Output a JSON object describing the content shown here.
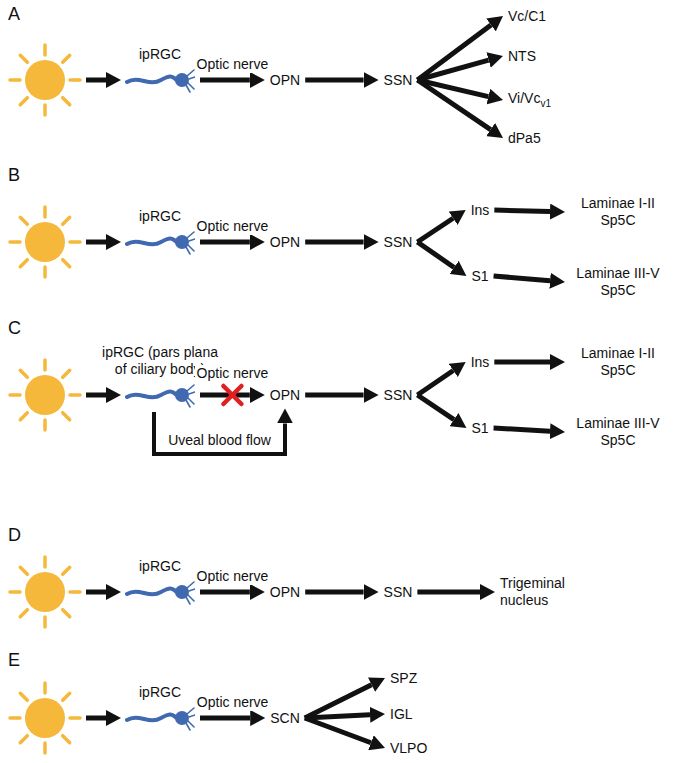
{
  "diagram": {
    "nodes": [
      {
        "text": [
          "ipRGC"
        ]
      },
      {
        "text": [
          "OPN"
        ]
      },
      {
        "text": [
          "SSN"
        ]
      },
      {
        "text": [
          "Vc/C1"
        ]
      },
      {
        "text": [
          "NTS"
        ]
      },
      {
        "text": [
          "Vi/Vc",
          "v1"
        ]
      },
      {
        "text": [
          "dPa5"
        ]
      },
      {
        "text": [
          "ipRGC"
        ]
      },
      {
        "text": [
          "OPN"
        ]
      },
      {
        "text": [
          "SSN"
        ]
      },
      {
        "text": [
          "Ins"
        ]
      },
      {
        "text": [
          "S1"
        ]
      },
      {
        "text": [
          "Laminae I-II Sp5C"
        ]
      },
      {
        "text": [
          "Laminae III-V Sp5C"
        ]
      },
      {
        "text": [
          "ipRGC (pars plana of ciliary body)"
        ]
      },
      {
        "text": [
          "OPN"
        ]
      },
      {
        "text": [
          "SSN"
        ]
      },
      {
        "text": [
          "Ins"
        ]
      },
      {
        "text": [
          "S1"
        ]
      },
      {
        "text": [
          "Laminae I-II Sp5C"
        ]
      },
      {
        "text": [
          "Laminae III-V Sp5C"
        ]
      },
      {
        "text": [
          "ipRGC"
        ]
      },
      {
        "text": [
          "OPN"
        ]
      },
      {
        "text": [
          "SSN"
        ]
      },
      {
        "text": [
          "Trigeminal nucleus"
        ]
      },
      {
        "text": [
          "ipRGC"
        ]
      },
      {
        "text": [
          "SCN"
        ]
      },
      {
        "text": [
          "SPZ"
        ]
      },
      {
        "text": [
          "IGL"
        ]
      },
      {
        "text": [
          "VLPO"
        ]
      }
    ],
    "edges": [
      {
        "from": 0,
        "to": 1,
        "arrow": "to",
        "label": "Optic nerve"
      },
      {
        "from": 1,
        "to": 2,
        "arrow": "to"
      },
      {
        "from": 2,
        "to": 3,
        "arrow": "to"
      },
      {
        "from": 2,
        "to": 4,
        "arrow": "to"
      },
      {
        "from": 2,
        "to": 5,
        "arrow": "to"
      },
      {
        "from": 2,
        "to": 6,
        "arrow": "to"
      },
      {
        "from": 7,
        "to": 8,
        "arrow": "to",
        "label": "Optic nerve"
      },
      {
        "from": 8,
        "to": 9,
        "arrow": "to"
      },
      {
        "from": 9,
        "to": 10,
        "arrow": "to"
      },
      {
        "from": 9,
        "to": 11,
        "arrow": "to"
      },
      {
        "from": 10,
        "to": 12,
        "arrow": "to"
      },
      {
        "from": 11,
        "to": 13,
        "arrow": "to"
      },
      {
        "from": 14,
        "to": 15,
        "arrow": "to",
        "label": "Optic nerve"
      },
      {
        "from": 14,
        "to": 15,
        "arrow": "to",
        "label": "Uveal blood flow"
      },
      {
        "from": 15,
        "to": 16,
        "arrow": "to"
      },
      {
        "from": 16,
        "to": 17,
        "arrow": "to"
      },
      {
        "from": 16,
        "to": 18,
        "arrow": "to"
      },
      {
        "from": 17,
        "to": 19,
        "arrow": "to"
      },
      {
        "from": 18,
        "to": 20,
        "arrow": "to"
      },
      {
        "from": 21,
        "to": 22,
        "arrow": "to",
        "label": "Optic nerve"
      },
      {
        "from": 22,
        "to": 23,
        "arrow": "to"
      },
      {
        "from": 23,
        "to": 24,
        "arrow": "to"
      },
      {
        "from": 25,
        "to": 26,
        "arrow": "to",
        "label": "Optic nerve"
      },
      {
        "from": 26,
        "to": 27,
        "arrow": "to"
      },
      {
        "from": 26,
        "to": 28,
        "arrow": "to"
      },
      {
        "from": 26,
        "to": 29,
        "arrow": "to"
      }
    ],
    "labels": [
      "A",
      "B",
      "C",
      "D",
      "E"
    ]
  }
}
